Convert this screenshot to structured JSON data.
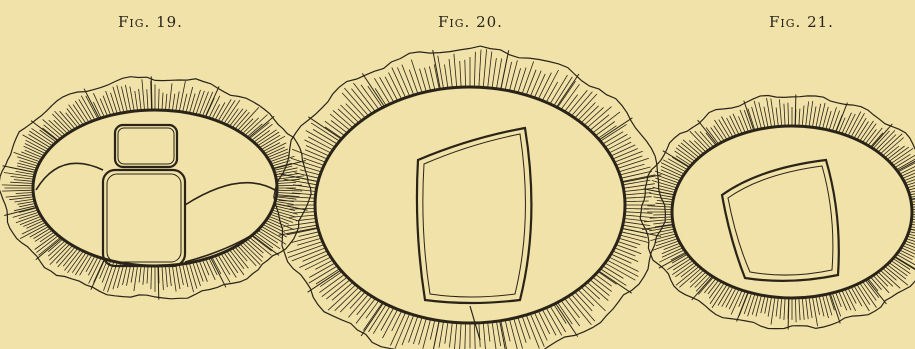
{
  "figures": [
    {
      "caption": "Fig. 19."
    },
    {
      "caption": "Fig. 20."
    },
    {
      "caption": "Fig. 21."
    }
  ],
  "colors": {
    "background": "#f0e2a8",
    "ink": "#2a2418"
  }
}
